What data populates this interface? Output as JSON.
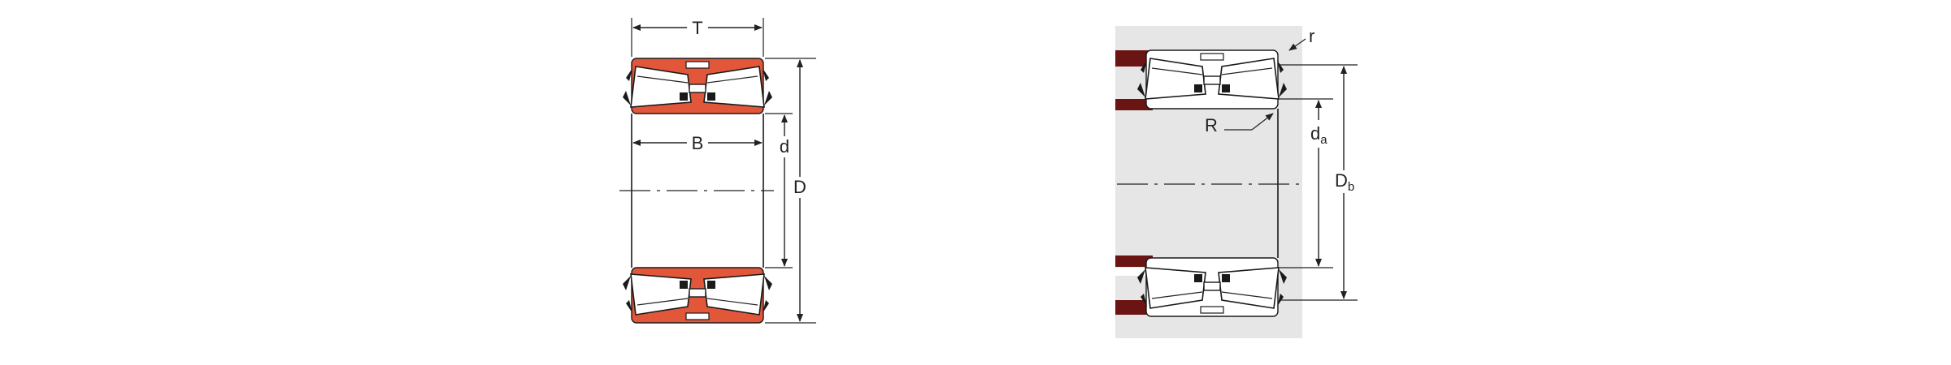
{
  "colors": {
    "bearing_ring": "#e2573a",
    "housing_section": "#6b1414",
    "housing_background": "#e6e6e6",
    "line": "#222222",
    "roller_fill": "#ffffff"
  },
  "left_view": {
    "labels": {
      "T": "T",
      "B": "B",
      "d": "d",
      "D": "D"
    }
  },
  "right_view": {
    "labels": {
      "r": "r",
      "R": "R",
      "da_main": "d",
      "da_sub": "a",
      "Db_main": "D",
      "Db_sub": "b"
    }
  }
}
